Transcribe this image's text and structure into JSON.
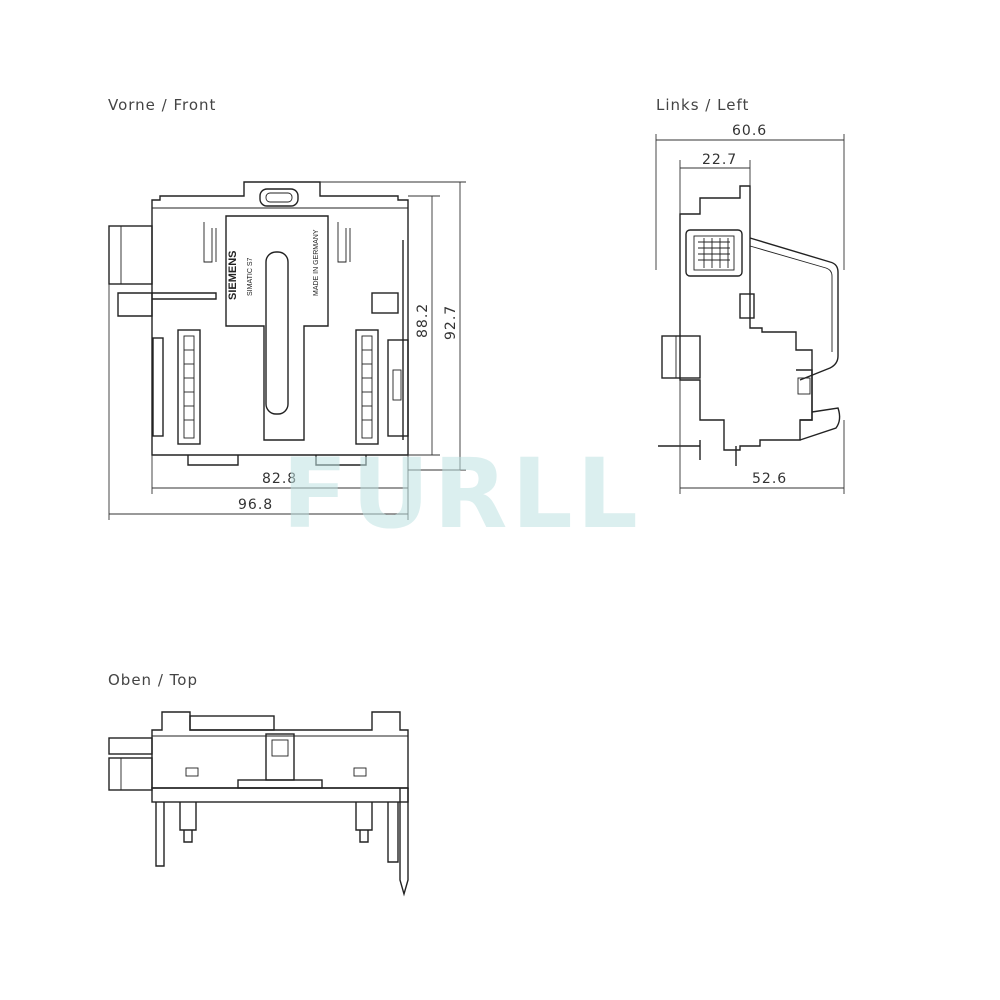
{
  "views": {
    "front": {
      "label": "Vorne  /  Front"
    },
    "left": {
      "label": "Links  /  Left"
    },
    "top": {
      "label": "Oben  /  Top"
    }
  },
  "dimensions": {
    "front_height_inner": "88.2",
    "front_height_outer": "92.7",
    "front_width_inner": "82.8",
    "front_width_outer": "96.8",
    "left_width_outer": "60.6",
    "left_width_inner": "22.7",
    "left_depth": "52.6"
  },
  "device_text": {
    "brand": "SIEMENS",
    "product": "SIMATIC S7",
    "origin": "MADE IN GERMANY"
  },
  "watermark": "FURLL"
}
